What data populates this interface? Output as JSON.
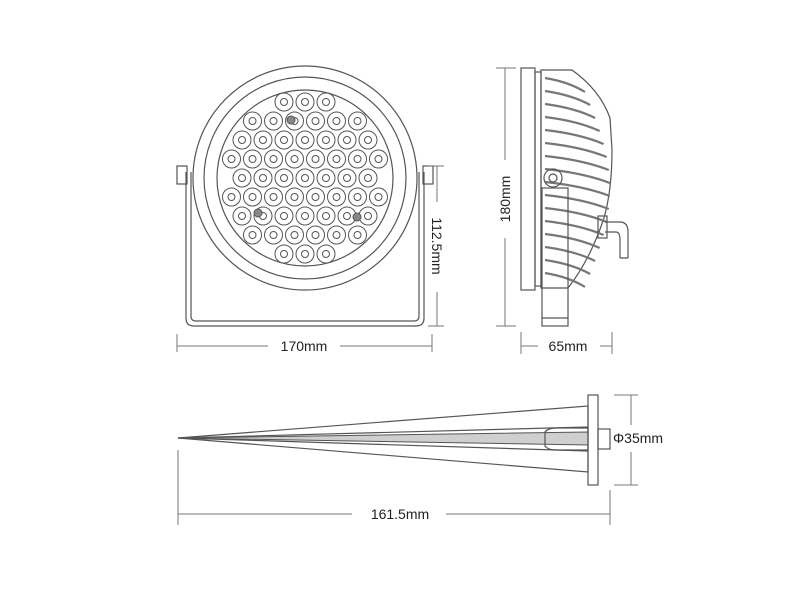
{
  "dimensions": {
    "width_label": "170mm",
    "height_label": "112.5mm",
    "side_height_label": "180mm",
    "side_depth_label": "65mm",
    "diameter_label": "Φ35mm",
    "spike_length_label": "161.5mm"
  },
  "colors": {
    "line": "#555555",
    "dimension": "#777777",
    "spike_fill": "#d9d9d9",
    "fin_fill": "#bdbdbd"
  }
}
